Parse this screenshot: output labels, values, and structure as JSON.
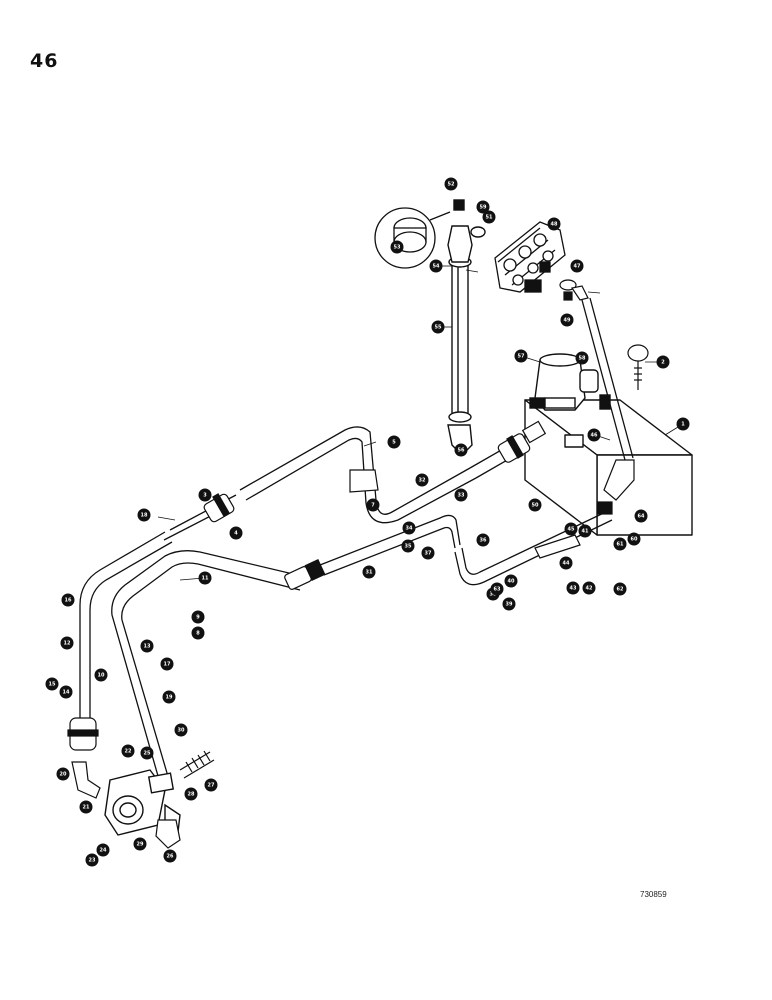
{
  "page_number": "46",
  "drawing_number": "730859",
  "callouts": [
    {
      "id": "1",
      "label": "1"
    },
    {
      "id": "2",
      "label": "2"
    },
    {
      "id": "3",
      "label": "3"
    },
    {
      "id": "4",
      "label": "4"
    },
    {
      "id": "5",
      "label": "5"
    },
    {
      "id": "7",
      "label": "7"
    },
    {
      "id": "8",
      "label": "8"
    },
    {
      "id": "9",
      "label": "9"
    },
    {
      "id": "10",
      "label": "10"
    },
    {
      "id": "11",
      "label": "11"
    },
    {
      "id": "12",
      "label": "12"
    },
    {
      "id": "13",
      "label": "13"
    },
    {
      "id": "14",
      "label": "14"
    },
    {
      "id": "15",
      "label": "15"
    },
    {
      "id": "16",
      "label": "16"
    },
    {
      "id": "17",
      "label": "17"
    },
    {
      "id": "18",
      "label": "18"
    },
    {
      "id": "19",
      "label": "19"
    },
    {
      "id": "20",
      "label": "20"
    },
    {
      "id": "21",
      "label": "21"
    },
    {
      "id": "22",
      "label": "22"
    },
    {
      "id": "23",
      "label": "23"
    },
    {
      "id": "24",
      "label": "24"
    },
    {
      "id": "25",
      "label": "25"
    },
    {
      "id": "26",
      "label": "26"
    },
    {
      "id": "27",
      "label": "27"
    },
    {
      "id": "28",
      "label": "28"
    },
    {
      "id": "29",
      "label": "29"
    },
    {
      "id": "30",
      "label": "30"
    },
    {
      "id": "31",
      "label": "31"
    },
    {
      "id": "32",
      "label": "32"
    },
    {
      "id": "33",
      "label": "33"
    },
    {
      "id": "34",
      "label": "34"
    },
    {
      "id": "35",
      "label": "35"
    },
    {
      "id": "36",
      "label": "36"
    },
    {
      "id": "37",
      "label": "37"
    },
    {
      "id": "38",
      "label": "38"
    },
    {
      "id": "39",
      "label": "39"
    },
    {
      "id": "40",
      "label": "40"
    },
    {
      "id": "41",
      "label": "41"
    },
    {
      "id": "42",
      "label": "42"
    },
    {
      "id": "43",
      "label": "43"
    },
    {
      "id": "44",
      "label": "44"
    },
    {
      "id": "45",
      "label": "45"
    },
    {
      "id": "46",
      "label": "46"
    },
    {
      "id": "47",
      "label": "47"
    },
    {
      "id": "48",
      "label": "48"
    },
    {
      "id": "49",
      "label": "49"
    },
    {
      "id": "50",
      "label": "50"
    },
    {
      "id": "51",
      "label": "51"
    },
    {
      "id": "52",
      "label": "52"
    },
    {
      "id": "53",
      "label": "53"
    },
    {
      "id": "54",
      "label": "54"
    },
    {
      "id": "55",
      "label": "55"
    },
    {
      "id": "56",
      "label": "56"
    },
    {
      "id": "57",
      "label": "57"
    },
    {
      "id": "58",
      "label": "58"
    },
    {
      "id": "59",
      "label": "59"
    },
    {
      "id": "60",
      "label": "60"
    },
    {
      "id": "61",
      "label": "61"
    },
    {
      "id": "62",
      "label": "62"
    },
    {
      "id": "63",
      "label": "63"
    },
    {
      "id": "64",
      "label": "64"
    }
  ]
}
